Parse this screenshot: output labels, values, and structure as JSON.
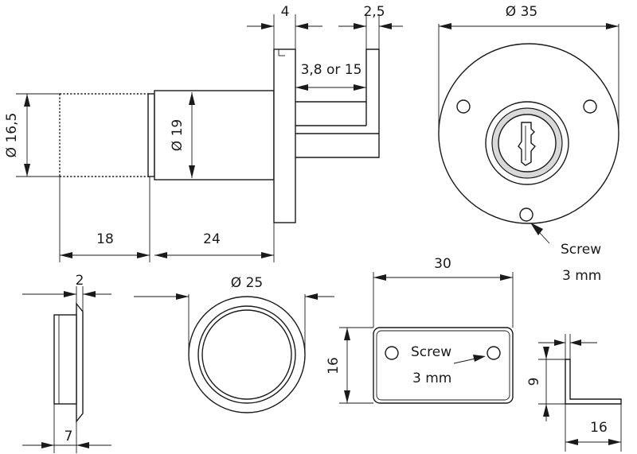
{
  "labels": {
    "flange_thickness": "4",
    "bracket_thickness": "2,5",
    "bracket_length": "3,8 or 15",
    "housing_diameter": "Ø 35",
    "dia_16_5": "Ø 16,5",
    "dia_19": "Ø 19",
    "len_18": "18",
    "len_24": "24",
    "screw_note_1": "Screw",
    "screw_note_1_size": "3 mm",
    "rosette_thickness": "2",
    "rosette_depth": "7",
    "rosette_diameter": "Ø 25",
    "plate_length": "30",
    "plate_height": "16",
    "screw_note_2": "Screw",
    "screw_note_2_size": "3 mm",
    "angle_height": "9",
    "angle_length": "16"
  },
  "colors": {
    "line": "#1a1a1a",
    "cylinder_fill": "#d9d9d9",
    "background": "#ffffff"
  }
}
